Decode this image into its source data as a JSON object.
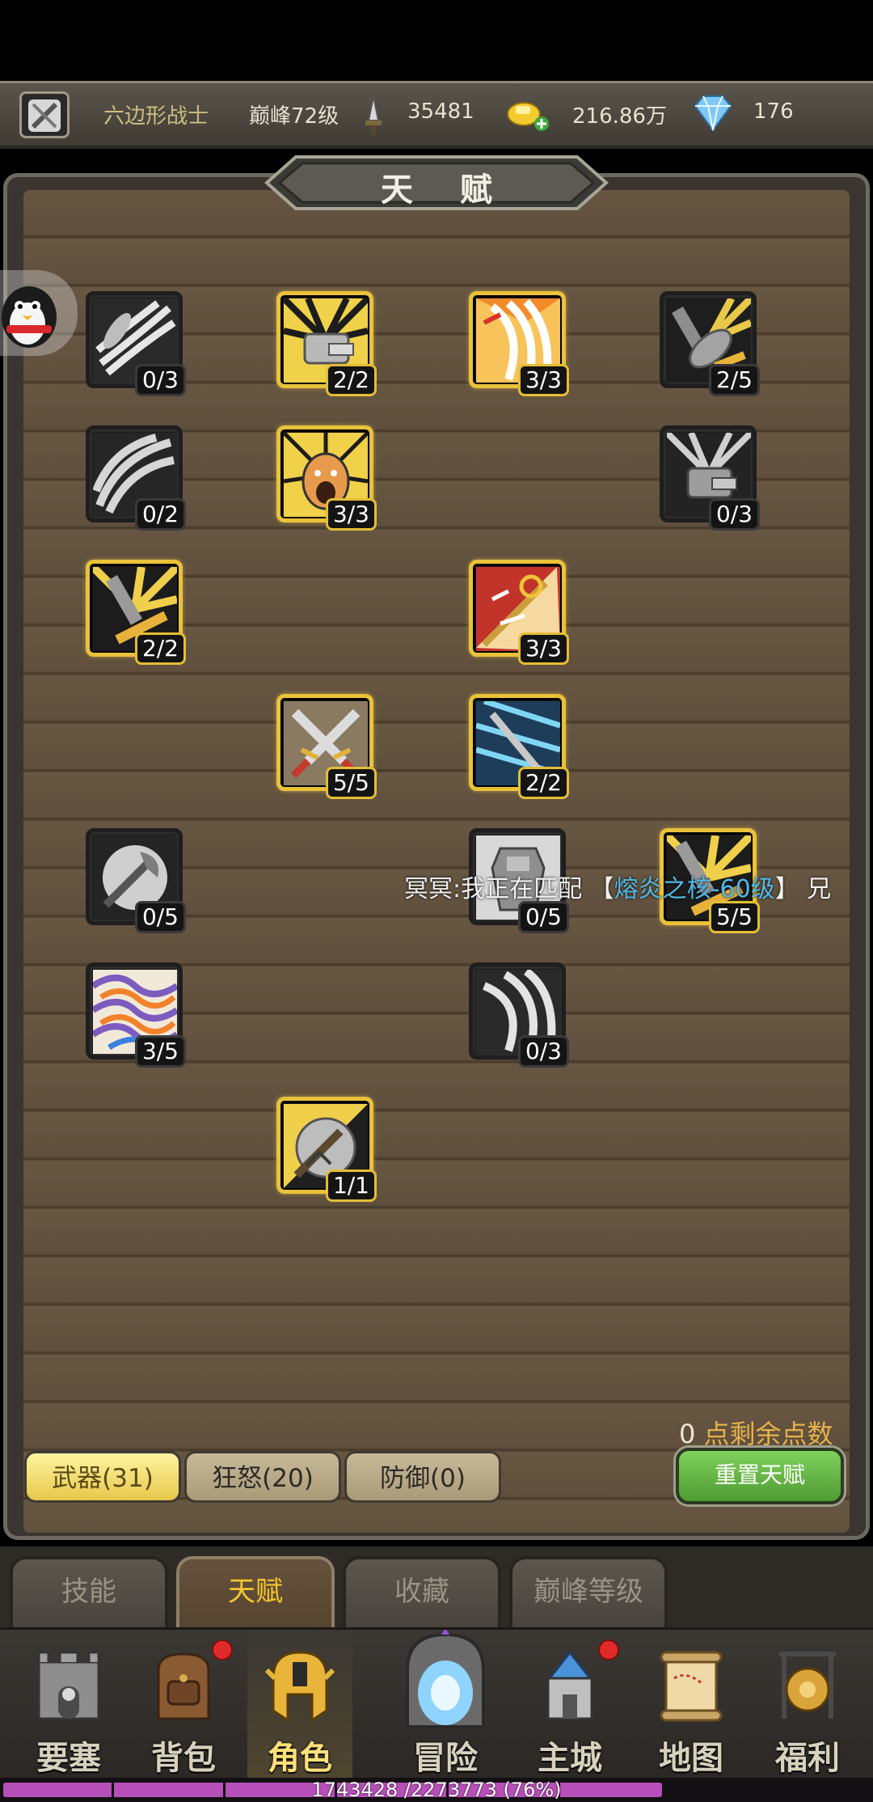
{
  "topbar": {
    "player_name": "六边形战士",
    "player_level": "巅峰72级",
    "power": "35481",
    "gold": "216.86万",
    "gems": "176"
  },
  "panel": {
    "title": "天 赋",
    "remaining_count": "0",
    "remaining_label": "点剩余点数",
    "reset_label": "重置天赋"
  },
  "talents": [
    {
      "count": "0/3",
      "icon": "claw-slash-icon",
      "active": false
    },
    {
      "count": "2/2",
      "icon": "fist-burst-icon",
      "active": true
    },
    {
      "count": "3/3",
      "icon": "fire-slash-icon",
      "active": true
    },
    {
      "count": "2/5",
      "icon": "shield-clash-icon",
      "active": false
    },
    {
      "count": "0/2",
      "icon": "wind-slash-icon",
      "active": false
    },
    {
      "count": "3/3",
      "icon": "rage-face-icon",
      "active": true
    },
    {
      "count": "0/3",
      "icon": "fist-icon",
      "active": false
    },
    {
      "count": "2/2",
      "icon": "sword-burst-icon",
      "active": true
    },
    {
      "count": "3/3",
      "icon": "golden-spear-icon",
      "active": true
    },
    {
      "count": "5/5",
      "icon": "crossed-swords-icon",
      "active": true
    },
    {
      "count": "2/2",
      "icon": "ice-spear-icon",
      "active": true
    },
    {
      "count": "0/5",
      "icon": "axe-swing-icon",
      "active": false
    },
    {
      "count": "0/5",
      "icon": "armor-icon",
      "active": false
    },
    {
      "count": "5/5",
      "icon": "blade-burst-icon",
      "active": true
    },
    {
      "count": "3/5",
      "icon": "flame-aura-icon",
      "active": false
    },
    {
      "count": "0/3",
      "icon": "triple-slash-icon",
      "active": false
    },
    {
      "count": "1/1",
      "icon": "great-axe-icon",
      "active": true
    }
  ],
  "chat": {
    "prefix": "冥冥:我正在匹配",
    "bracket_open": "【",
    "highlight": "熔炎之核-60级",
    "bracket_close": "】",
    "tail": "兄"
  },
  "categories": [
    {
      "label": "武器(31)",
      "active": true
    },
    {
      "label": "狂怒(20)",
      "active": false
    },
    {
      "label": "防御(0)",
      "active": false
    }
  ],
  "subtabs": [
    {
      "label": "技能",
      "active": false
    },
    {
      "label": "天赋",
      "active": true
    },
    {
      "label": "收藏",
      "active": false
    },
    {
      "label": "巅峰等级",
      "active": false
    }
  ],
  "nav": [
    {
      "label": "要塞",
      "icon": "fortress-icon",
      "badge": false
    },
    {
      "label": "背包",
      "icon": "backpack-icon",
      "badge": true
    },
    {
      "label": "角色",
      "icon": "helmet-icon",
      "badge": false,
      "active": true
    },
    {
      "label": "冒险",
      "icon": "portal-icon",
      "badge": false
    },
    {
      "label": "主城",
      "icon": "castle-icon",
      "badge": true
    },
    {
      "label": "地图",
      "icon": "scroll-map-icon",
      "badge": false
    },
    {
      "label": "福利",
      "icon": "gong-icon",
      "badge": false
    }
  ],
  "xp": {
    "text": "1743428 /2273773 (76%)",
    "fraction": 0.76
  },
  "colors": {
    "active_gold": "#e9c23a",
    "chat_highlight": "#53b9e6",
    "xp_purple": "#b64fb8",
    "reset_green": "#5fb13f"
  }
}
